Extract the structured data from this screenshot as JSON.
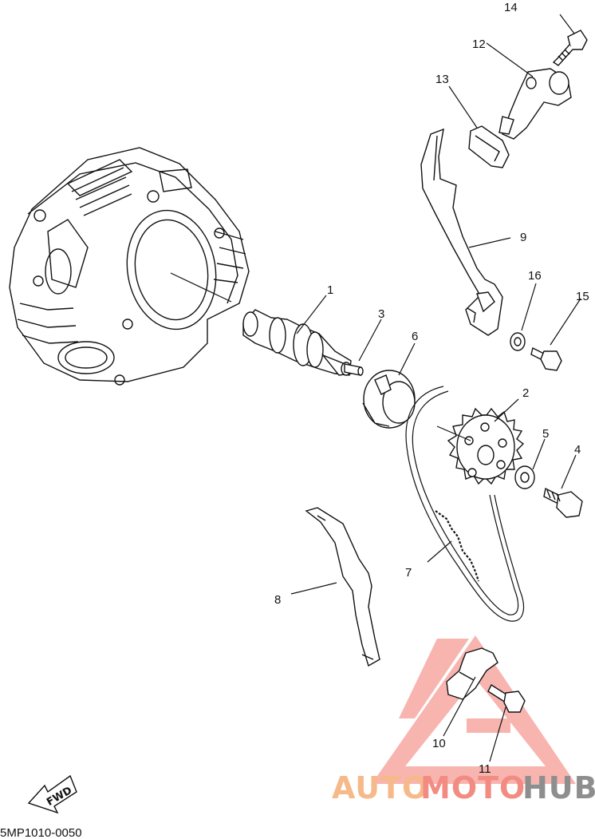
{
  "diagram": {
    "code": "5MP1010-0050",
    "fwd_label": "FWD",
    "parts": [
      {
        "id": "1",
        "label": "1"
      },
      {
        "id": "2",
        "label": "2"
      },
      {
        "id": "3",
        "label": "3"
      },
      {
        "id": "4",
        "label": "4"
      },
      {
        "id": "5",
        "label": "5"
      },
      {
        "id": "6",
        "label": "6"
      },
      {
        "id": "7",
        "label": "7"
      },
      {
        "id": "8",
        "label": "8"
      },
      {
        "id": "9",
        "label": "9"
      },
      {
        "id": "10",
        "label": "10"
      },
      {
        "id": "11",
        "label": "11"
      },
      {
        "id": "12",
        "label": "12"
      },
      {
        "id": "13",
        "label": "13"
      },
      {
        "id": "14",
        "label": "14"
      },
      {
        "id": "15",
        "label": "15"
      },
      {
        "id": "16",
        "label": "16"
      }
    ]
  },
  "watermark": {
    "part1": "AUTO",
    "part2": "MOTO",
    "part3": "HUB",
    "colors": {
      "auto": "#f6b98a",
      "moto": "#f28c83",
      "hub": "#8e8e8e",
      "triangle": "#f7a7a2"
    }
  }
}
